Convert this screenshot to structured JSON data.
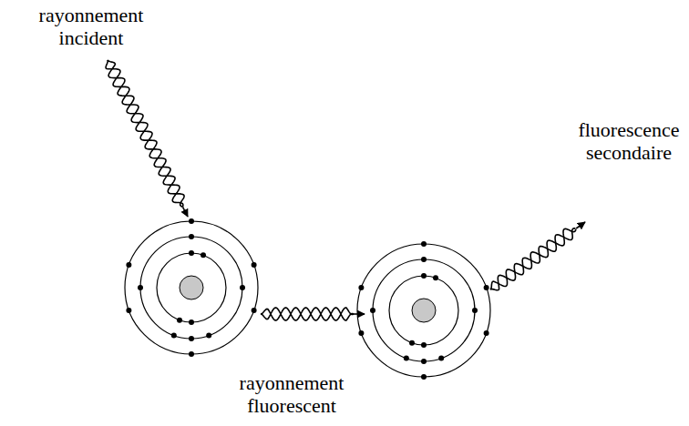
{
  "diagram": {
    "labels": [
      "rayonnement incident",
      "rayonnement fluorescent",
      "fluorescence secondaire"
    ]
  }
}
